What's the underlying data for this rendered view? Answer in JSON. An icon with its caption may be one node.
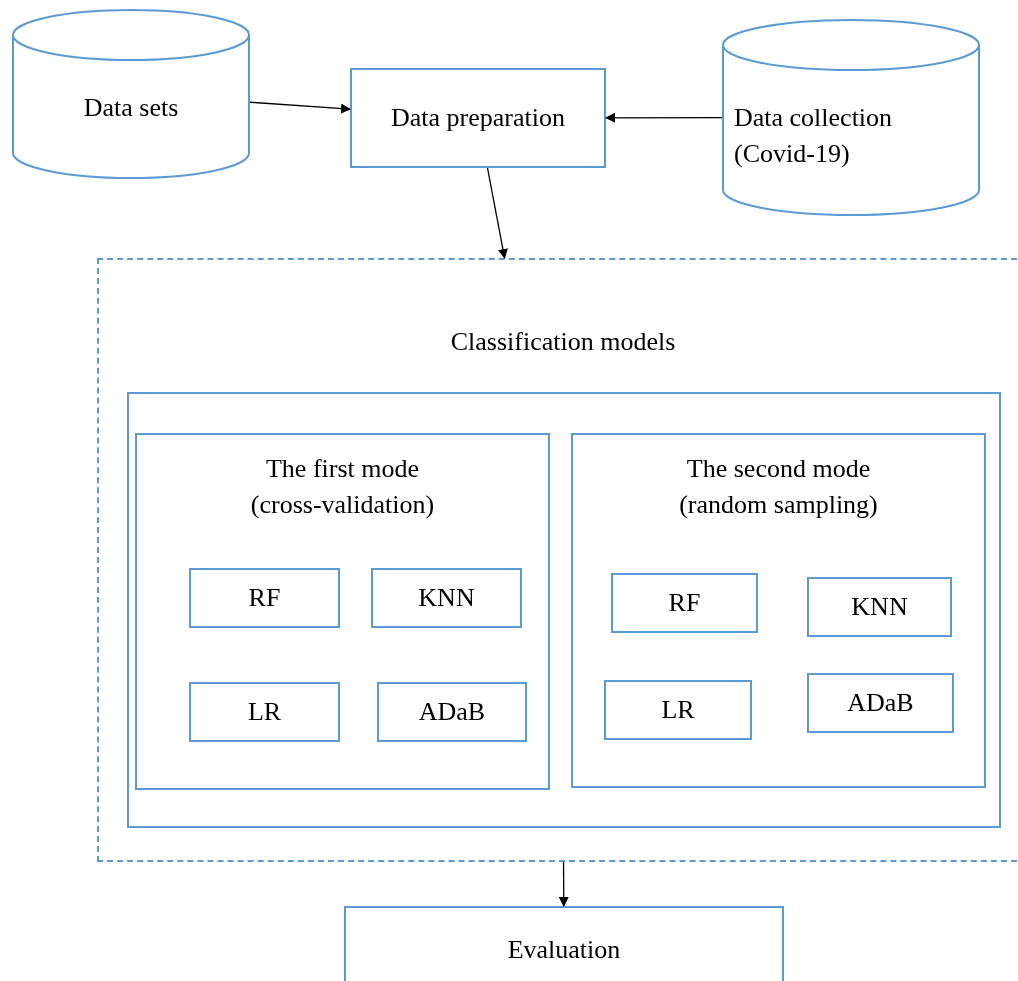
{
  "diagram": {
    "nodes": [
      {
        "text": [
          "Data sets"
        ]
      },
      {
        "text": [
          "Data preparation"
        ]
      },
      {
        "text": [
          "Data collection (Covid-19)"
        ]
      },
      {
        "text": [
          "Classification models"
        ]
      },
      {
        "text": [],
        "shape": "box",
        "in": 3
      },
      {
        "text": [
          "The first mode (cross-validation)"
        ],
        "in": 4
      },
      {
        "text": [
          "RF"
        ],
        "in": 5
      },
      {
        "text": [
          "KNN"
        ],
        "in": 5
      },
      {
        "text": [
          "LR"
        ],
        "in": 5
      },
      {
        "text": [
          "ADaB"
        ],
        "in": 5
      },
      {
        "text": [
          "The second mode (random sampling)"
        ],
        "in": 4
      },
      {
        "text": [
          "RF"
        ],
        "in": 10
      },
      {
        "text": [
          "KNN"
        ],
        "in": 10
      },
      {
        "text": [
          "LR"
        ],
        "in": 10
      },
      {
        "text": [
          "ADaB"
        ],
        "in": 10
      },
      {
        "text": [
          "Evaluation"
        ]
      }
    ],
    "edges": [
      {
        "from": 0,
        "to": 1,
        "arrow": "to"
      },
      {
        "from": 2,
        "to": 1,
        "arrow": "to"
      },
      {
        "from": 1,
        "to": 3,
        "arrow": "to"
      },
      {
        "from": 3,
        "to": 15,
        "arrow": "to"
      }
    ]
  }
}
